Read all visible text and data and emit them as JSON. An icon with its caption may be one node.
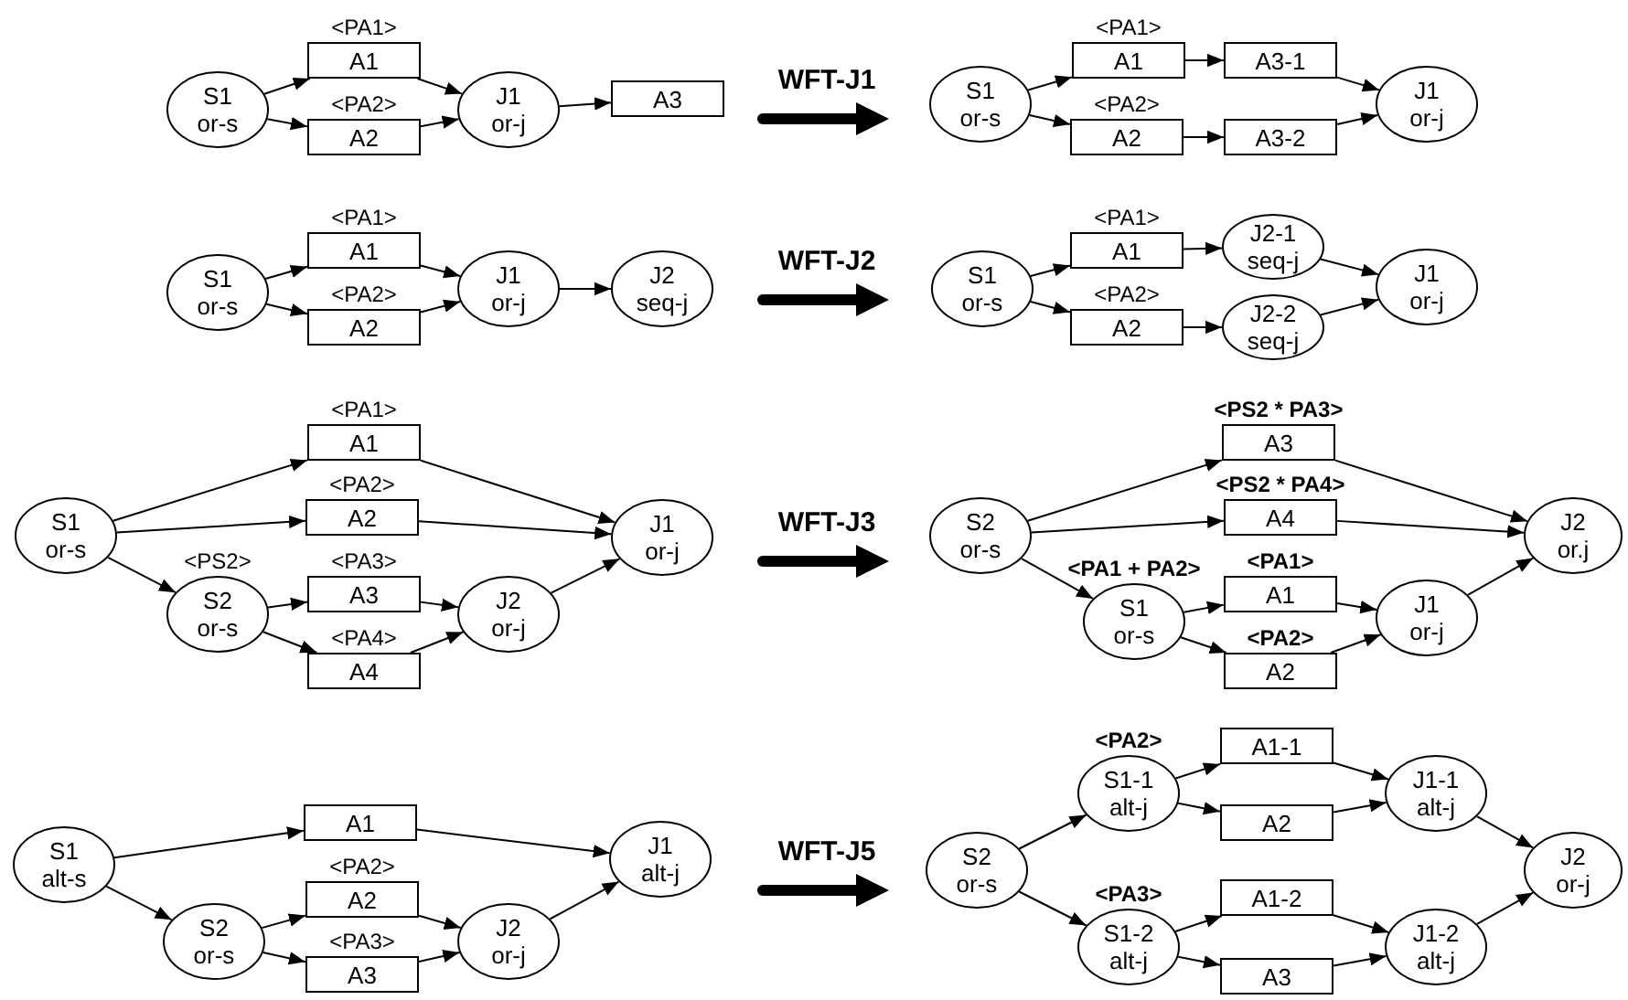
{
  "diagram": {
    "nodes": [
      {
        "text": [
          "S1",
          "or-s"
        ]
      },
      {
        "text": [
          "A1"
        ],
        "beside": [
          "<PA1>"
        ]
      },
      {
        "text": [
          "A2"
        ],
        "beside": [
          "<PA2>"
        ]
      },
      {
        "text": [
          "J1",
          "or-j"
        ]
      },
      {
        "text": [
          "A3"
        ]
      },
      {
        "text": [
          "S1",
          "or-s"
        ]
      },
      {
        "text": [
          "A1"
        ],
        "beside": [
          "<PA1>"
        ]
      },
      {
        "text": [
          "A3-1"
        ]
      },
      {
        "text": [
          "A2"
        ],
        "beside": [
          "<PA2>"
        ]
      },
      {
        "text": [
          "A3-2"
        ]
      },
      {
        "text": [
          "J1",
          "or-j"
        ]
      },
      {
        "text": [
          "S1",
          "or-s"
        ]
      },
      {
        "text": [
          "A1"
        ],
        "beside": [
          "<PA1>"
        ]
      },
      {
        "text": [
          "A2"
        ],
        "beside": [
          "<PA2>"
        ]
      },
      {
        "text": [
          "J1",
          "or-j"
        ]
      },
      {
        "text": [
          "J2",
          "seq-j"
        ]
      },
      {
        "text": [
          "S1",
          "or-s"
        ]
      },
      {
        "text": [
          "A1"
        ],
        "beside": [
          "<PA1>"
        ]
      },
      {
        "text": [
          "J2-1",
          "seq-j"
        ]
      },
      {
        "text": [
          "A2"
        ],
        "beside": [
          "<PA2>"
        ]
      },
      {
        "text": [
          "J2-2",
          "seq-j"
        ]
      },
      {
        "text": [
          "J1",
          "or-j"
        ]
      },
      {
        "text": [
          "S1",
          "or-s"
        ]
      },
      {
        "text": [
          "A1"
        ],
        "beside": [
          "<PA1>"
        ]
      },
      {
        "text": [
          "A2"
        ],
        "beside": [
          "<PA2>"
        ]
      },
      {
        "text": [
          "J1",
          "or-j"
        ]
      },
      {
        "text": [
          "S2",
          "or-s"
        ],
        "beside": [
          "<PS2>"
        ]
      },
      {
        "text": [
          "A3"
        ],
        "beside": [
          "<PA3>"
        ]
      },
      {
        "text": [
          "A4"
        ],
        "beside": [
          "<PA4>"
        ]
      },
      {
        "text": [
          "J2",
          "or-j"
        ]
      },
      {
        "text": [
          "A3"
        ],
        "beside": [
          "<PS2 * PA3>"
        ]
      },
      {
        "text": [
          "S2",
          "or-s"
        ]
      },
      {
        "text": [
          "A4"
        ],
        "beside": [
          "<PS2 * PA4>"
        ]
      },
      {
        "text": [
          "J2",
          "or.j"
        ]
      },
      {
        "text": [
          "S1",
          "or-s"
        ],
        "beside": [
          "<PA1 + PA2>"
        ]
      },
      {
        "text": [
          "A1"
        ],
        "beside": [
          "<PA1>"
        ]
      },
      {
        "text": [
          "A2"
        ],
        "beside": [
          "<PA2>"
        ]
      },
      {
        "text": [
          "J1",
          "or-j"
        ]
      },
      {
        "text": [
          "A1"
        ]
      },
      {
        "text": [
          "S1",
          "alt-s"
        ]
      },
      {
        "text": [
          "J1",
          "alt-j"
        ]
      },
      {
        "text": [
          "A2"
        ],
        "beside": [
          "<PA2>"
        ]
      },
      {
        "text": [
          "S2",
          "or-s"
        ]
      },
      {
        "text": [
          "A3"
        ],
        "beside": [
          "<PA3>"
        ]
      },
      {
        "text": [
          "J2",
          "or-j"
        ]
      },
      {
        "text": [
          "A1-1"
        ]
      },
      {
        "text": [
          "S1-1",
          "alt-j"
        ],
        "beside": [
          "<PA2>"
        ]
      },
      {
        "text": [
          "J1-1",
          "alt-j"
        ]
      },
      {
        "text": [
          "A2"
        ]
      },
      {
        "text": [
          "S2",
          "or-s"
        ]
      },
      {
        "text": [
          "J2",
          "or-j"
        ]
      },
      {
        "text": [
          "A1-2"
        ]
      },
      {
        "text": [
          "S1-2",
          "alt-j"
        ],
        "beside": [
          "<PA3>"
        ]
      },
      {
        "text": [
          "J1-2",
          "alt-j"
        ]
      },
      {
        "text": [
          "A3"
        ]
      }
    ],
    "edges": [
      {
        "from": 0,
        "to": 1,
        "arrow": "to"
      },
      {
        "from": 0,
        "to": 2,
        "arrow": "to"
      },
      {
        "from": 1,
        "to": 3,
        "arrow": "to"
      },
      {
        "from": 2,
        "to": 3,
        "arrow": "to"
      },
      {
        "from": 3,
        "to": 4,
        "arrow": "to"
      },
      {
        "from": 5,
        "to": 6,
        "arrow": "to"
      },
      {
        "from": 5,
        "to": 8,
        "arrow": "to"
      },
      {
        "from": 6,
        "to": 7,
        "arrow": "to"
      },
      {
        "from": 8,
        "to": 9,
        "arrow": "to"
      },
      {
        "from": 7,
        "to": 10,
        "arrow": "to"
      },
      {
        "from": 9,
        "to": 10,
        "arrow": "to"
      },
      {
        "from": 11,
        "to": 12,
        "arrow": "to"
      },
      {
        "from": 11,
        "to": 13,
        "arrow": "to"
      },
      {
        "from": 12,
        "to": 14,
        "arrow": "to"
      },
      {
        "from": 13,
        "to": 14,
        "arrow": "to"
      },
      {
        "from": 14,
        "to": 15,
        "arrow": "to"
      },
      {
        "from": 16,
        "to": 17,
        "arrow": "to"
      },
      {
        "from": 16,
        "to": 19,
        "arrow": "to"
      },
      {
        "from": 17,
        "to": 18,
        "arrow": "to"
      },
      {
        "from": 19,
        "to": 20,
        "arrow": "to"
      },
      {
        "from": 18,
        "to": 21,
        "arrow": "to"
      },
      {
        "from": 20,
        "to": 21,
        "arrow": "to"
      },
      {
        "from": 22,
        "to": 23,
        "arrow": "to"
      },
      {
        "from": 22,
        "to": 24,
        "arrow": "to"
      },
      {
        "from": 22,
        "to": 26,
        "arrow": "to"
      },
      {
        "from": 23,
        "to": 25,
        "arrow": "to"
      },
      {
        "from": 24,
        "to": 25,
        "arrow": "to"
      },
      {
        "from": 26,
        "to": 27,
        "arrow": "to"
      },
      {
        "from": 26,
        "to": 28,
        "arrow": "to"
      },
      {
        "from": 27,
        "to": 29,
        "arrow": "to"
      },
      {
        "from": 28,
        "to": 29,
        "arrow": "to"
      },
      {
        "from": 29,
        "to": 25,
        "arrow": "to"
      },
      {
        "from": 31,
        "to": 30,
        "arrow": "to"
      },
      {
        "from": 31,
        "to": 32,
        "arrow": "to"
      },
      {
        "from": 31,
        "to": 34,
        "arrow": "to"
      },
      {
        "from": 30,
        "to": 33,
        "arrow": "to"
      },
      {
        "from": 32,
        "to": 33,
        "arrow": "to"
      },
      {
        "from": 34,
        "to": 35,
        "arrow": "to"
      },
      {
        "from": 34,
        "to": 36,
        "arrow": "to"
      },
      {
        "from": 35,
        "to": 37,
        "arrow": "to"
      },
      {
        "from": 36,
        "to": 37,
        "arrow": "to"
      },
      {
        "from": 37,
        "to": 33,
        "arrow": "to"
      },
      {
        "from": 39,
        "to": 38,
        "arrow": "to"
      },
      {
        "from": 39,
        "to": 42,
        "arrow": "to"
      },
      {
        "from": 38,
        "to": 40,
        "arrow": "to"
      },
      {
        "from": 42,
        "to": 41,
        "arrow": "to"
      },
      {
        "from": 42,
        "to": 43,
        "arrow": "to"
      },
      {
        "from": 41,
        "to": 44,
        "arrow": "to"
      },
      {
        "from": 43,
        "to": 44,
        "arrow": "to"
      },
      {
        "from": 44,
        "to": 40,
        "arrow": "to"
      },
      {
        "from": 49,
        "to": 46,
        "arrow": "to"
      },
      {
        "from": 49,
        "to": 52,
        "arrow": "to"
      },
      {
        "from": 46,
        "to": 45,
        "arrow": "to"
      },
      {
        "from": 46,
        "to": 48,
        "arrow": "to"
      },
      {
        "from": 45,
        "to": 47,
        "arrow": "to"
      },
      {
        "from": 48,
        "to": 47,
        "arrow": "to"
      },
      {
        "from": 47,
        "to": 50,
        "arrow": "to"
      },
      {
        "from": 52,
        "to": 51,
        "arrow": "to"
      },
      {
        "from": 52,
        "to": 54,
        "arrow": "to"
      },
      {
        "from": 51,
        "to": 53,
        "arrow": "to"
      },
      {
        "from": 54,
        "to": 53,
        "arrow": "to"
      },
      {
        "from": 53,
        "to": 50,
        "arrow": "to"
      }
    ],
    "labels": [
      "WFT-J1",
      "WFT-J2",
      "WFT-J3",
      "WFT-J5"
    ]
  }
}
